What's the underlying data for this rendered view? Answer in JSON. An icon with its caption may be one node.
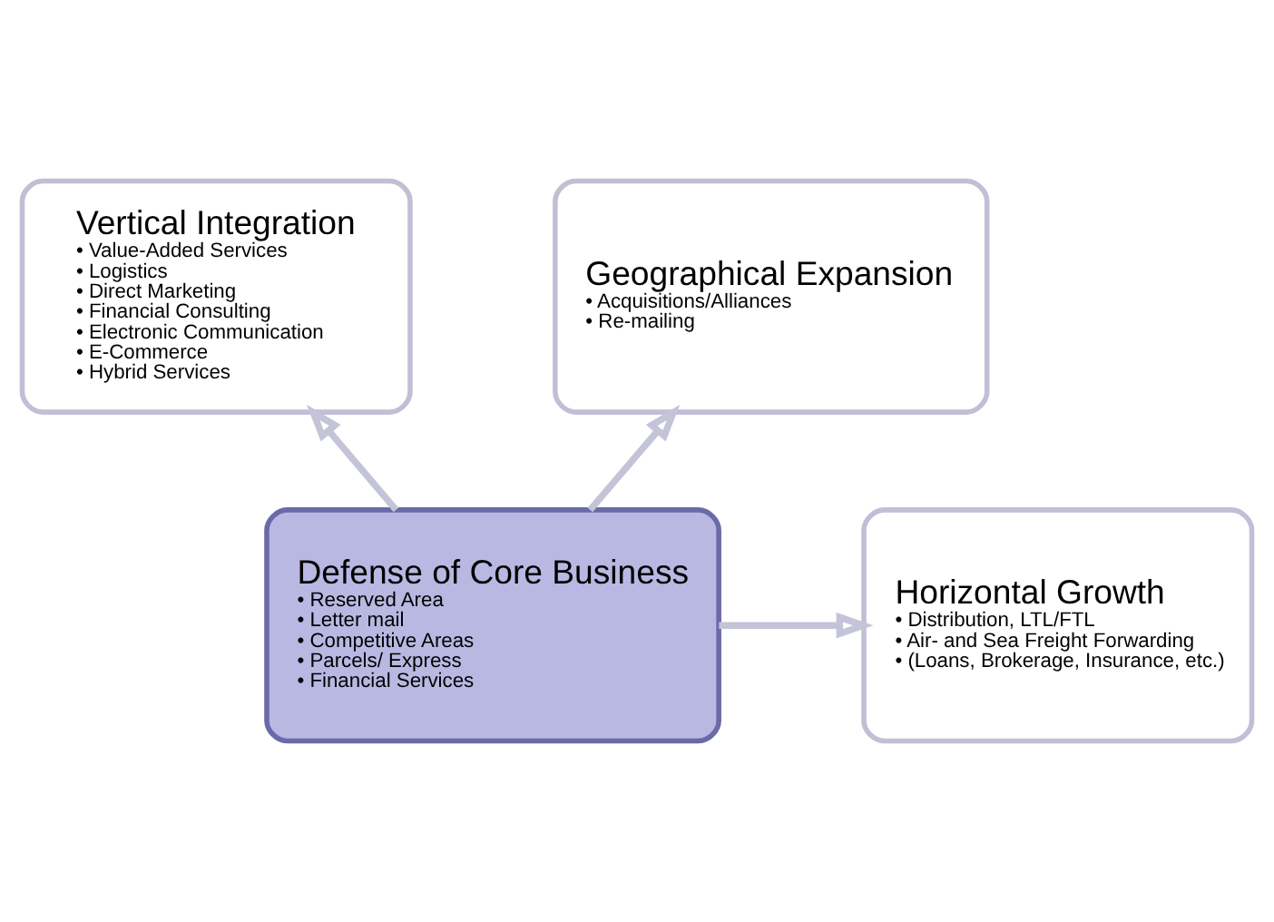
{
  "diagram": {
    "nodes": [
      {
        "text": [
          "Vertical Integration",
          "• Value-Added Services",
          "• Logistics",
          "• Direct Marketing",
          "• Financial Consulting",
          "• Electronic Communication",
          "• E-Commerce",
          "• Hybrid Services"
        ]
      },
      {
        "text": [
          "Geographical Expansion",
          "• Acquisitions/Alliances",
          "• Re-mailing"
        ]
      },
      {
        "text": [
          "Defense of Core Business",
          "• Reserved Area",
          "• Letter mail",
          "• Competitive Areas",
          "• Parcels/ Express",
          "• Financial Services"
        ]
      },
      {
        "text": [
          "Horizontal Growth",
          "• Distribution, LTL/FTL",
          "• Air- and Sea Freight Forwarding",
          "• (Loans, Brokerage, Insurance, etc.)"
        ]
      }
    ],
    "edges": [
      {
        "from": 2,
        "to": 0,
        "arrow": "to"
      },
      {
        "from": 2,
        "to": 1,
        "arrow": "to"
      },
      {
        "from": 2,
        "to": 3,
        "arrow": "to"
      }
    ]
  }
}
